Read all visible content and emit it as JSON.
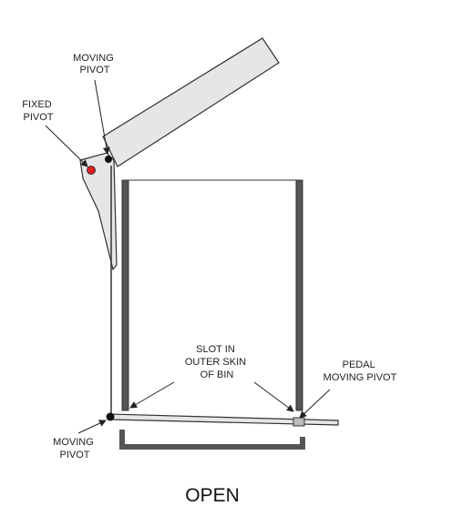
{
  "labels": {
    "moving_pivot_top": [
      "MOVING",
      "PIVOT"
    ],
    "fixed_pivot": [
      "FIXED",
      "PIVOT"
    ],
    "slot": [
      "SLOT IN",
      "OUTER SKIN",
      "OF BIN"
    ],
    "pedal_moving_pivot": [
      "PEDAL",
      "MOVING PIVOT"
    ],
    "moving_pivot_bottom": [
      "MOVING",
      "PIVOT"
    ],
    "state": "OPEN"
  },
  "colors": {
    "lid_fill": "#e6e6e6",
    "outline": "#333333",
    "wall_dark": "#555555",
    "fixed_pivot_dot": "#e02020",
    "moving_pivot_dot": "#111111"
  }
}
